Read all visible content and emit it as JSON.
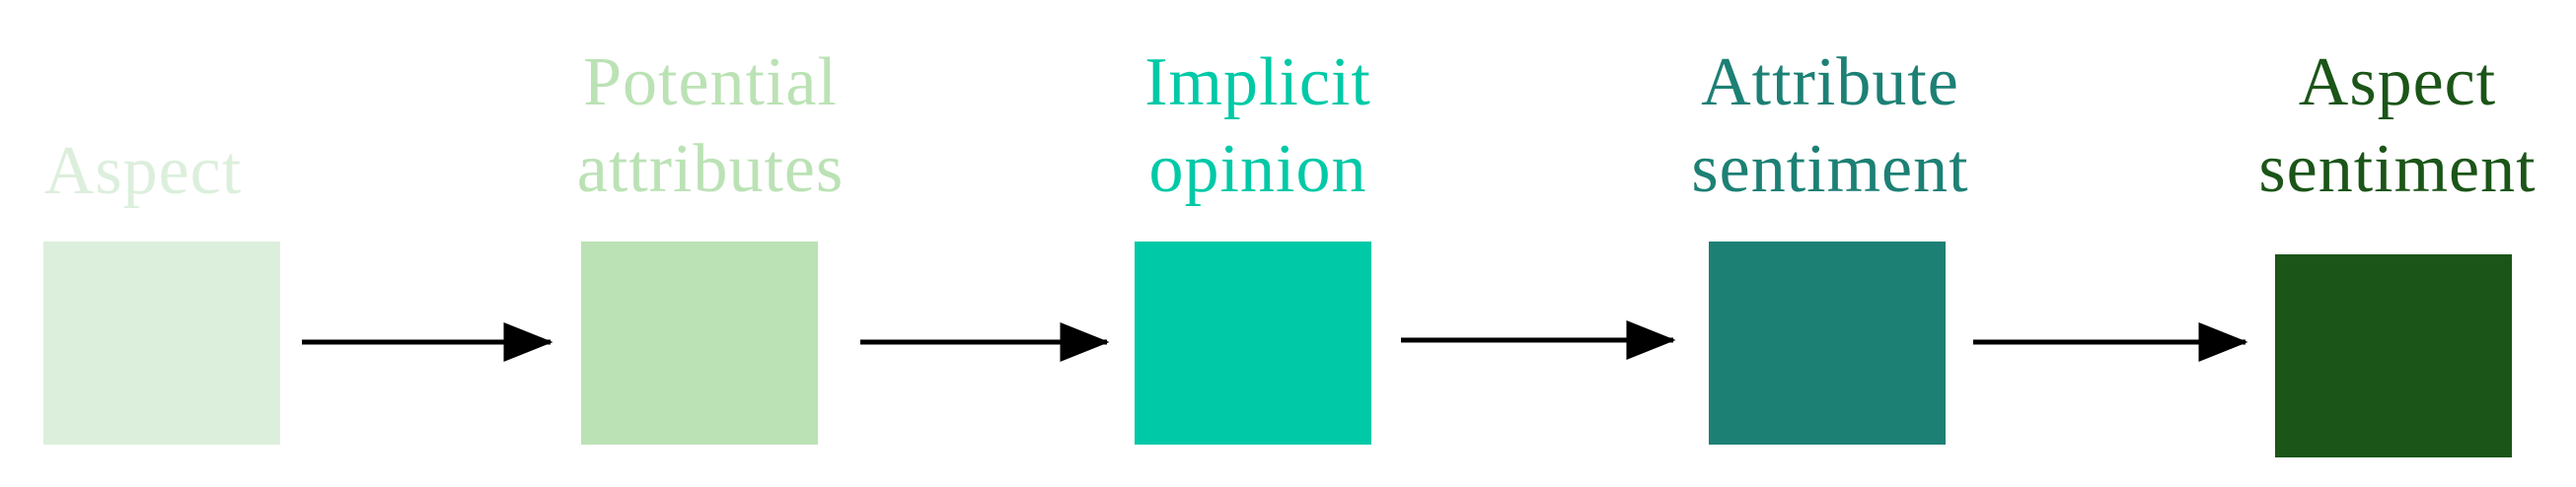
{
  "stages": [
    {
      "lines": [
        "Aspect"
      ],
      "color": "#dcefdc"
    },
    {
      "lines": [
        "Potential",
        "attributes"
      ],
      "color": "#bbe2b5"
    },
    {
      "lines": [
        "Implicit",
        "opinion"
      ],
      "color": "#00c9a7"
    },
    {
      "lines": [
        "Attribute",
        "sentiment"
      ],
      "color": "#1d8075"
    },
    {
      "lines": [
        "Aspect",
        "sentiment"
      ],
      "color": "#1b5518"
    }
  ],
  "arrow_color": "#000000"
}
